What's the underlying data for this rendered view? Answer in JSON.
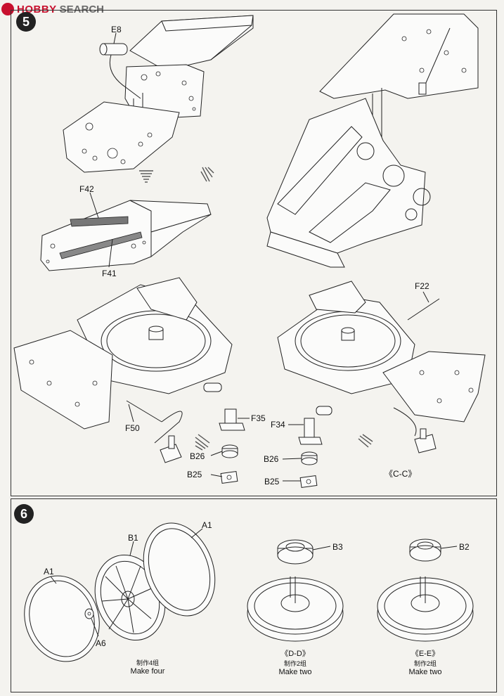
{
  "watermark": {
    "brand": "HOBBY",
    "text": "SEARCH"
  },
  "steps": [
    {
      "number": "5"
    },
    {
      "number": "6"
    }
  ],
  "parts_step5": {
    "e8": "E8",
    "f42": "F42",
    "f41": "F41",
    "f22": "F22",
    "f50": "F50",
    "f35": "F35",
    "b26_left": "B26",
    "b25_left": "B25",
    "f34": "F34",
    "b26_right": "B26",
    "b25_right": "B25",
    "section": "《C-C》"
  },
  "parts_step6": {
    "a1_top": "A1",
    "b1": "B1",
    "a1_left": "A1",
    "a6": "A6",
    "b3": "B3",
    "b2": "B2"
  },
  "captions": {
    "wheel1_zh": "制作4组",
    "wheel1_en": "Make four",
    "wheel2_sec": "《D-D》",
    "wheel2_zh": "制作2组",
    "wheel2_en": "Make two",
    "wheel3_sec": "《E-E》",
    "wheel3_zh": "制作2组",
    "wheel3_en": "Make two"
  }
}
